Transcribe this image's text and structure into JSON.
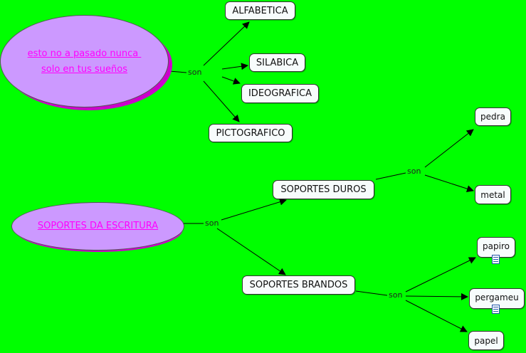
{
  "roots": {
    "top": {
      "line1": "esto no a pasado nunca ",
      "line2": "solo en tus sueños"
    },
    "bottom": {
      "label": "SOPORTES DA ESCRITURA"
    }
  },
  "concepts": {
    "alfabetica": "ALFABETICA",
    "silabica": "SILABICA",
    "ideografica": "IDEOGRAFICA",
    "pictografico": "PICTOGRAFICO",
    "soportes_duros": "SOPORTES DUROS",
    "soportes_brandos": "SOPORTES BRANDOS",
    "pedra": "pedra",
    "metal": "metal",
    "papiro": "papiro",
    "pergameu": "pergameu",
    "papel": "papel"
  },
  "links": {
    "son1": "son",
    "son2": "son",
    "son3": "son",
    "son4": "son"
  },
  "colors": {
    "background": "#00FF00",
    "root_fill": "#CC99FF",
    "root_shadow": "#CC00CC",
    "root_text": "#FF00FF"
  },
  "icons": [
    "document-icon",
    "document-icon"
  ]
}
